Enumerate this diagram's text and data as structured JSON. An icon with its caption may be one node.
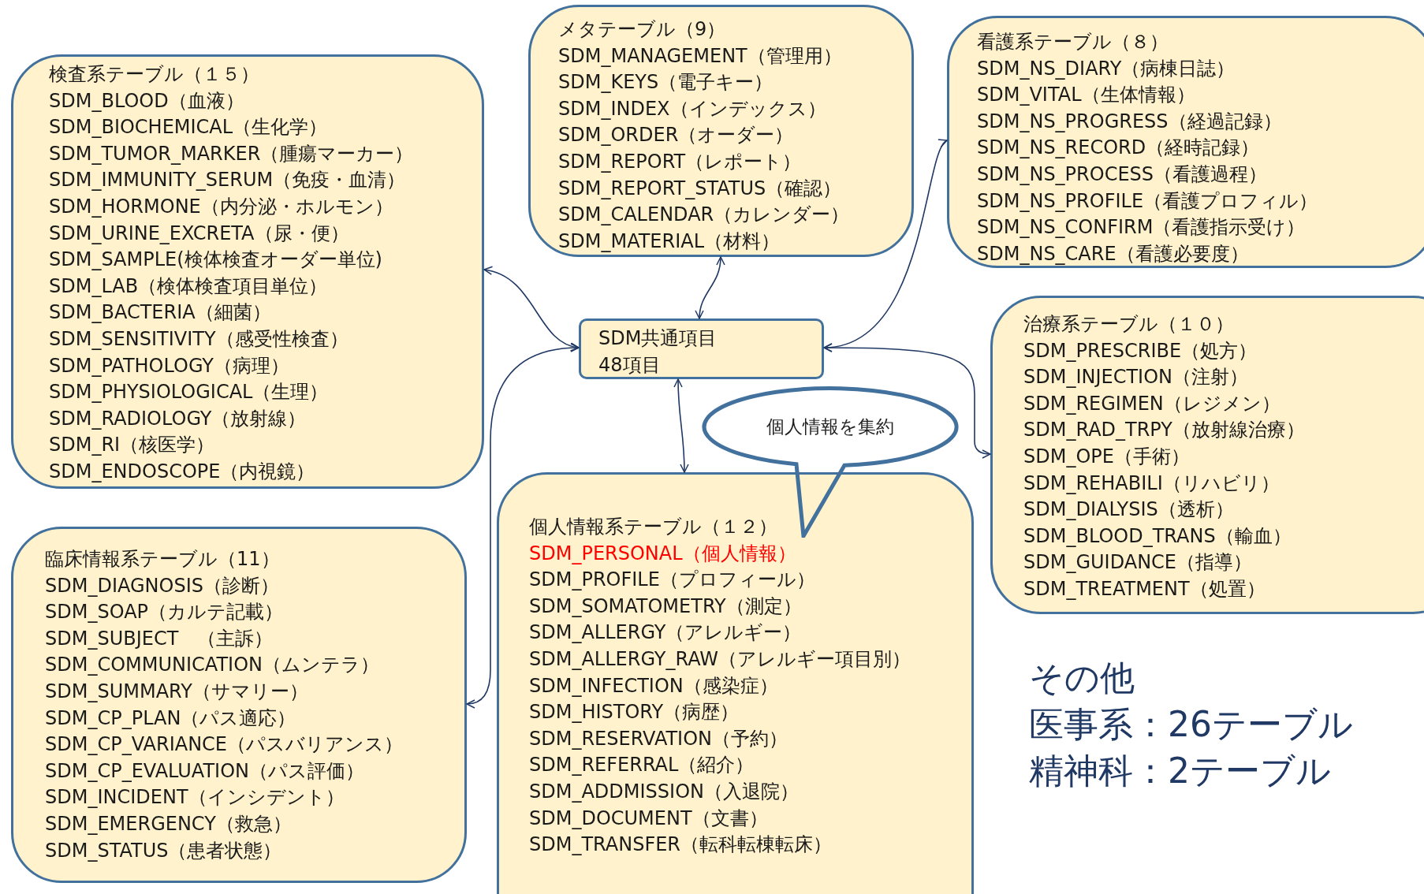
{
  "diagram": {
    "nodes": [
      {
        "text": [
          "検査系テーブル（１５）",
          "SDM_BLOOD（血液）",
          "SDM_BIOCHEMICAL（生化学）",
          "SDM_TUMOR_MARKER（腫瘍マーカー）",
          "SDM_IMMUNITY_SERUM（免疫・血清）",
          "SDM_HORMONE（内分泌・ホルモン）",
          "SDM_URINE_EXCRETA（尿・便）",
          "SDM_SAMPLE(検体検査オーダー単位)",
          "SDM_LAB（検体検査項目単位）",
          "SDM_BACTERIA（細菌）",
          "SDM_SENSITIVITY（感受性検査）",
          "SDM_PATHOLOGY（病理）",
          "SDM_PHYSIOLOGICAL（生理）",
          "SDM_RADIOLOGY（放射線）",
          "SDM_RI（核医学）",
          "SDM_ENDOSCOPE（内視鏡）"
        ]
      },
      {
        "text": [
          "メタテーブル（9）",
          "SDM_MANAGEMENT（管理用）",
          "SDM_KEYS（電子キー）",
          "SDM_INDEX（インデックス）",
          "SDM_ORDER（オーダー）",
          "SDM_REPORT（レポート）",
          "SDM_REPORT_STATUS（確認）",
          "SDM_CALENDAR（カレンダー）",
          "SDM_MATERIAL（材料）"
        ]
      },
      {
        "text": [
          "看護系テーブル（８）",
          "SDM_NS_DIARY（病棟日誌）",
          "SDM_VITAL（生体情報）",
          "SDM_NS_PROGRESS（経過記録）",
          "SDM_NS_RECORD（経時記録）",
          "SDM_NS_PROCESS（看護過程）",
          "SDM_NS_PROFILE（看護プロフィル）",
          "SDM_NS_CONFIRM（看護指示受け）",
          "SDM_NS_CARE（看護必要度）"
        ]
      },
      {
        "text": [
          "SDM共通項目",
          "48項目"
        ]
      },
      {
        "text": [
          "治療系テーブル（１０）",
          "SDM_PRESCRIBE（処方）",
          "SDM_INJECTION（注射）",
          "SDM_REGIMEN（レジメン）",
          "SDM_RAD_TRPY（放射線治療）",
          "SDM_OPE（手術）",
          "SDM_REHABILI（リハビリ）",
          "SDM_DIALYSIS（透析）",
          "SDM_BLOOD_TRANS（輸血）",
          "SDM_GUIDANCE（指導）",
          "SDM_TREATMENT（処置）"
        ]
      },
      {
        "text": [
          "臨床情報系テーブル（11）",
          "SDM_DIAGNOSIS（診断）",
          "SDM_SOAP（カルテ記載）",
          "SDM_SUBJECT　（主訴）",
          "SDM_COMMUNICATION（ムンテラ）",
          "SDM_SUMMARY（サマリー）",
          "SDM_CP_PLAN（パス適応）",
          "SDM_CP_VARIANCE（パスバリアンス）",
          "SDM_CP_EVALUATION（パス評価）",
          "SDM_INCIDENT（インシデント）",
          "SDM_EMERGENCY（救急）",
          "SDM_STATUS（患者状態）"
        ]
      },
      {
        "text": [
          "個人情報系テーブル（１２）",
          "SDM_PERSONAL（個人情報）",
          "SDM_PROFILE（プロフィール）",
          "SDM_SOMATOMETRY（測定）",
          "SDM_ALLERGY（アレルギー）",
          "SDM_ALLERGY_RAW（アレルギー項目別）",
          "SDM_INFECTION（感染症）",
          "SDM_HISTORY（病歴）",
          "SDM_RESERVATION（予約）",
          "SDM_REFERRAL（紹介）",
          "SDM_ADDMISSION（入退院）",
          "SDM_DOCUMENT（文書）",
          "SDM_TRANSFER（転科転棟転床）"
        ]
      },
      {
        "text": [
          "個人情報を集約"
        ]
      }
    ],
    "edges": [
      {
        "from": 3,
        "to": 0,
        "arrow": "both"
      },
      {
        "from": 3,
        "to": 1,
        "arrow": "both"
      },
      {
        "from": 3,
        "to": 2,
        "arrow": "both"
      },
      {
        "from": 3,
        "to": 4,
        "arrow": "both"
      },
      {
        "from": 3,
        "to": 5,
        "arrow": "both"
      },
      {
        "from": 3,
        "to": 6,
        "arrow": "both"
      }
    ],
    "labels": [
      "その他",
      "医事系：26テーブル",
      "精神科：2テーブル"
    ]
  }
}
